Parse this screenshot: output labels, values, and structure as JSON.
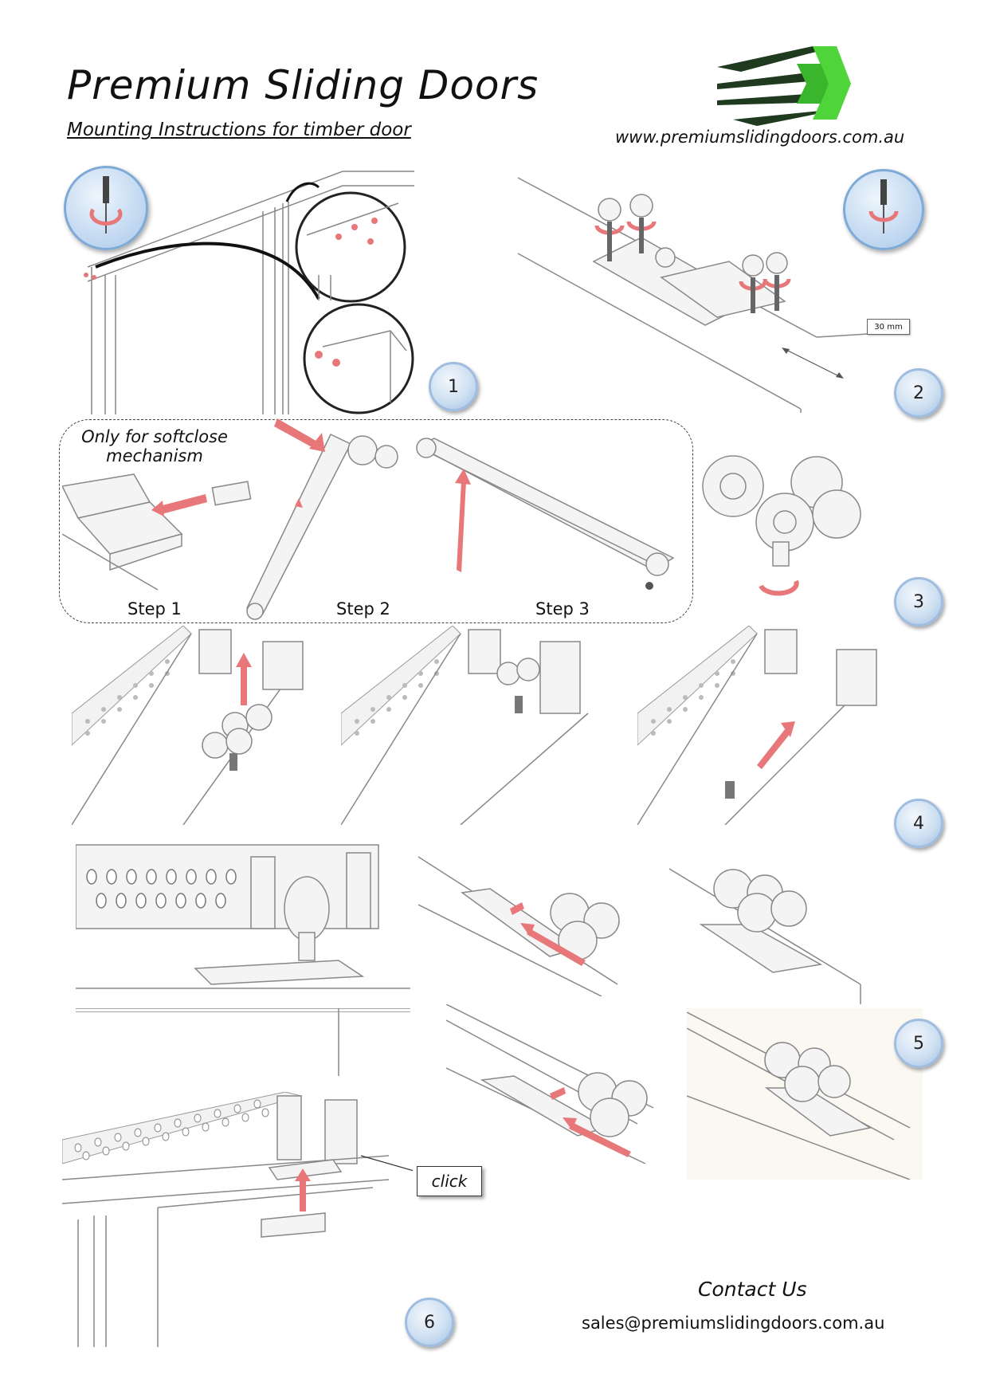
{
  "header": {
    "title": "Premium Sliding Doors",
    "subtitle": "Mounting Instructions for timber door",
    "website": "www.premiumslidingdoors.com.au"
  },
  "steps": {
    "s1": "1",
    "s2": "2",
    "s3": "3",
    "s4": "4",
    "s5": "5",
    "s6": "6"
  },
  "softclose": {
    "note": "Only for softclose mechanism",
    "step1": "Step 1",
    "step2": "Step 2",
    "step3": "Step 3"
  },
  "dimension_label": "30 mm",
  "click_label": "click",
  "contact": {
    "heading": "Contact Us",
    "email": "sales@premiumslidingdoors.com.au"
  },
  "icons": {
    "logo": "green-chevron-logo",
    "tool": "screwdriver-icon"
  },
  "colors": {
    "logo_dark": "#1f3a1f",
    "logo_green": "#4fd43a",
    "arrow_red": "#e8777a",
    "badge_blue": "#9fbde0"
  }
}
